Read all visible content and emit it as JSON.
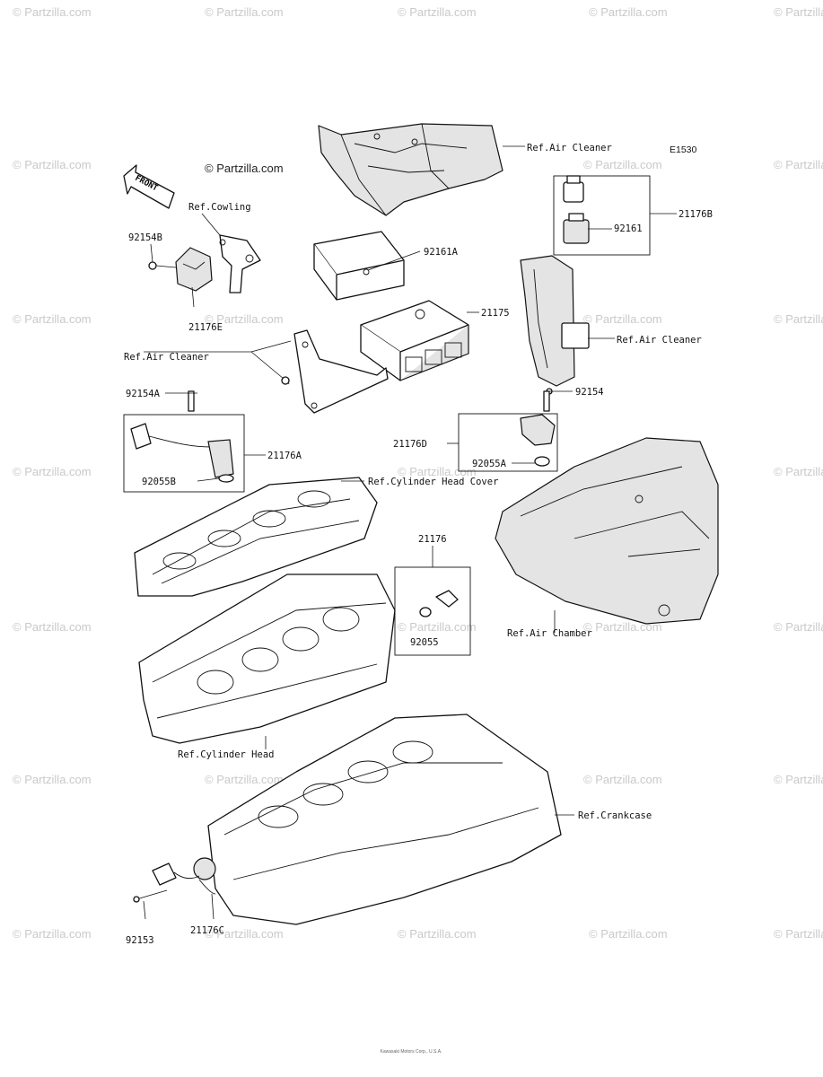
{
  "diagram": {
    "code": "E1530",
    "copyright": "© Partzilla.com",
    "footer": "Kawasaki Motors Corp., U.S.A.",
    "front_label": "FRONT",
    "watermark_text": "© Partzilla.com",
    "labels": {
      "ref_air_cleaner_top": "Ref.Air Cleaner",
      "ref_air_cleaner_left": "Ref.Air Cleaner",
      "ref_air_cleaner_right": "Ref.Air Cleaner",
      "ref_cowling": "Ref.Cowling",
      "ref_cylinder_head_cover": "Ref.Cylinder Head Cover",
      "ref_air_chamber": "Ref.Air Chamber",
      "ref_cylinder_head": "Ref.Cylinder Head",
      "ref_crankcase": "Ref.Crankcase",
      "p92154B": "92154B",
      "p21176E": "21176E",
      "p92161A": "92161A",
      "p21175": "21175",
      "p21176B": "21176B",
      "p92161": "92161",
      "p92154A": "92154A",
      "p21176A": "21176A",
      "p92055B": "92055B",
      "p92154": "92154",
      "p21176D": "21176D",
      "p92055A": "92055A",
      "p21176": "21176",
      "p92055": "92055",
      "p92153": "92153",
      "p21176C": "21176C"
    }
  }
}
